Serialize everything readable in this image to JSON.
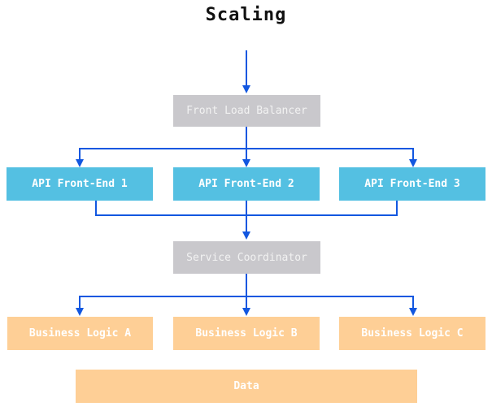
{
  "diagram": {
    "title": "Scaling",
    "nodes": {
      "front_load_balancer": {
        "label": "Front Load Balancer",
        "fill": "#c9c8cc"
      },
      "api_front_end_1": {
        "label": "API Front-End 1",
        "fill": "#54c0e2"
      },
      "api_front_end_2": {
        "label": "API Front-End 2",
        "fill": "#54c0e2"
      },
      "api_front_end_3": {
        "label": "API Front-End 3",
        "fill": "#54c0e2"
      },
      "service_coordinator": {
        "label": "Service Coordinator",
        "fill": "#c9c8cc"
      },
      "business_logic_a": {
        "label": "Business Logic A",
        "fill": "#fecf96"
      },
      "business_logic_b": {
        "label": "Business Logic B",
        "fill": "#fecf96"
      },
      "business_logic_c": {
        "label": "Business Logic C",
        "fill": "#fecf96"
      },
      "data": {
        "label": "Data",
        "fill": "#fecf96"
      }
    },
    "edges": [
      {
        "from": "title",
        "to": "front_load_balancer"
      },
      {
        "from": "front_load_balancer",
        "to": "api_front_end_1"
      },
      {
        "from": "front_load_balancer",
        "to": "api_front_end_2"
      },
      {
        "from": "front_load_balancer",
        "to": "api_front_end_3"
      },
      {
        "from": "api_front_end_1",
        "to": "service_coordinator"
      },
      {
        "from": "api_front_end_2",
        "to": "service_coordinator"
      },
      {
        "from": "api_front_end_3",
        "to": "service_coordinator"
      },
      {
        "from": "service_coordinator",
        "to": "business_logic_a"
      },
      {
        "from": "service_coordinator",
        "to": "business_logic_b"
      },
      {
        "from": "service_coordinator",
        "to": "business_logic_c"
      }
    ],
    "colors": {
      "arrow": "#1257e0",
      "gray_node": "#c9c8cc",
      "blue_node": "#54c0e2",
      "orange_node": "#fecf96",
      "node_text": "#ffffff",
      "title_text": "#111111",
      "background": "#ffffff"
    }
  }
}
